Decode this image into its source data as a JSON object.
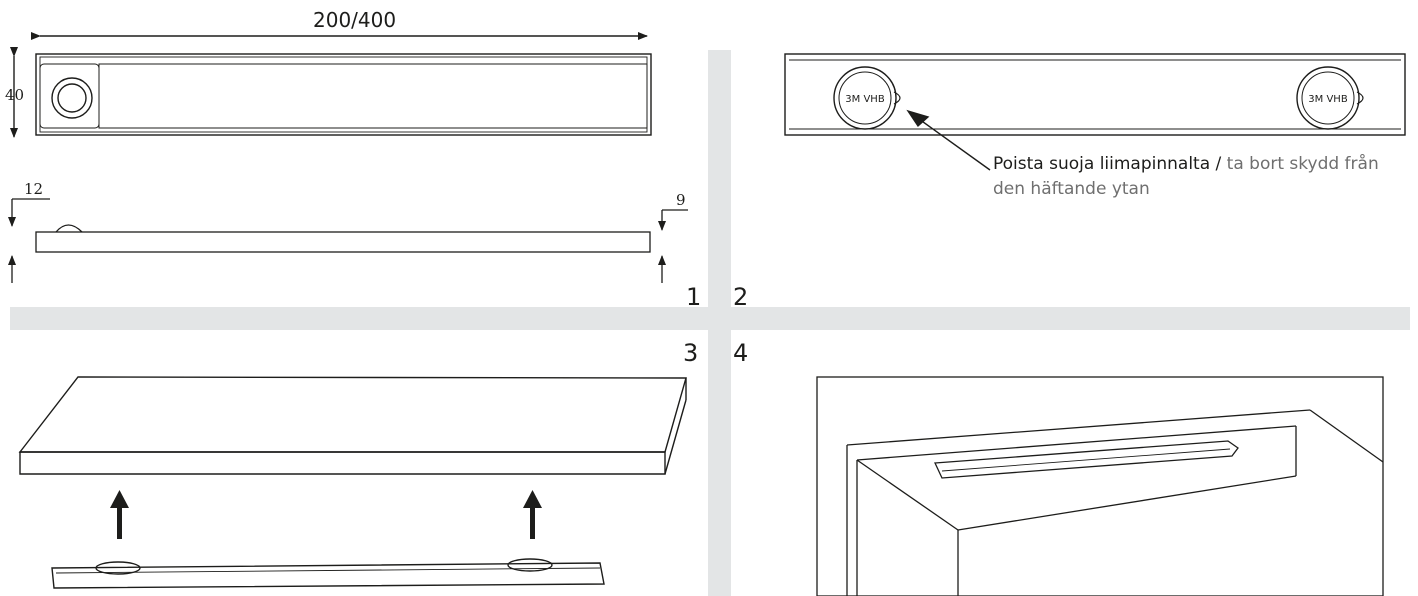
{
  "dimensions": {
    "length": "200/400",
    "height": "40",
    "thickness_left": "12",
    "thickness_right": "9"
  },
  "steps": {
    "one": "1",
    "two": "2",
    "three": "3",
    "four": "4"
  },
  "tape_label": "3M VHB",
  "caption": {
    "finnish": "Poista suoja liimapinnalta /",
    "swedish": "ta bort skydd från den häftande ytan"
  },
  "colors": {
    "line": "#1d1d1b",
    "divider": "#e3e5e6",
    "caption_secondary": "#6f6f6f"
  }
}
